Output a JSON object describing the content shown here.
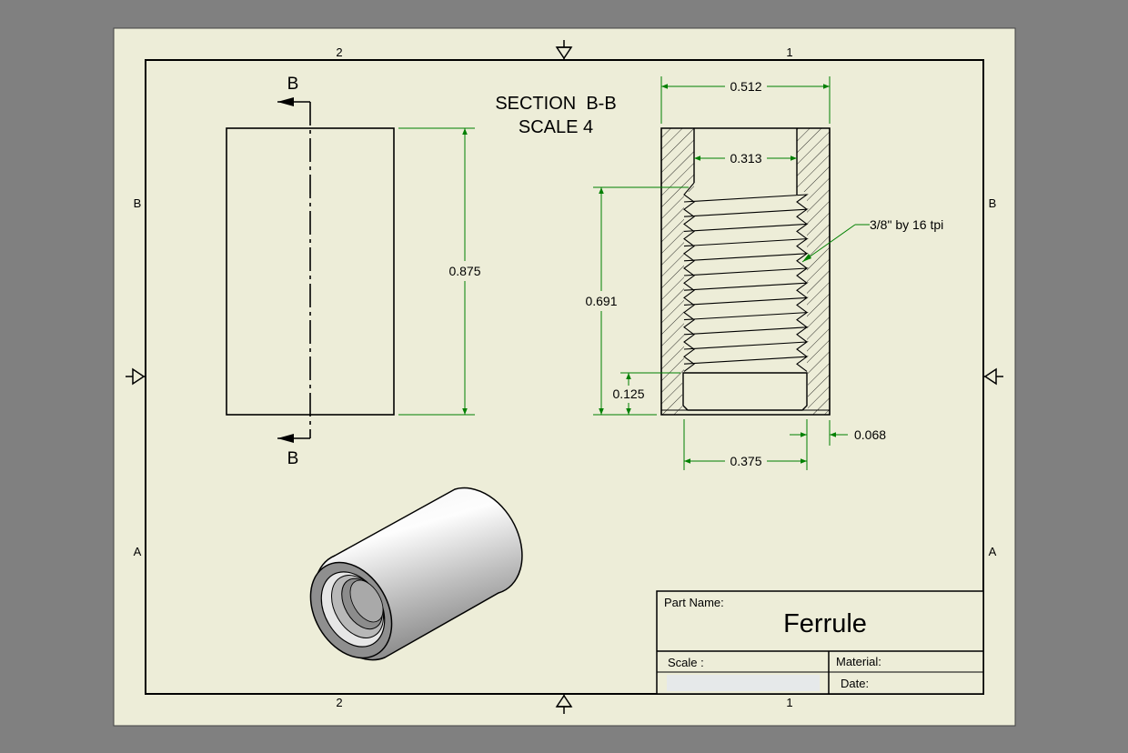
{
  "sheet": {
    "zones": {
      "top_left": "2",
      "top_right": "1",
      "bottom_left": "2",
      "bottom_right": "1",
      "left_upper": "B",
      "left_lower": "A",
      "right_upper": "B",
      "right_lower": "A"
    },
    "colors": {
      "paper": "#ededd8",
      "ink": "#000000",
      "dimension": "#008000",
      "background": "#808080"
    }
  },
  "side_view": {
    "section_letter_top": "B",
    "section_letter_bottom": "B",
    "height_dimension": "0.875"
  },
  "section_view": {
    "title": "SECTION  B-B",
    "scale": "SCALE 4",
    "dims": {
      "outer_diameter": "0.512",
      "bore": "0.313",
      "thread_depth": "0.691",
      "counterbore_depth": "0.125",
      "counterbore_diameter": "0.375",
      "chamfer": "0.068"
    },
    "thread_callout": "3/8\" by 16 tpi"
  },
  "title_block": {
    "part_name_label": "Part Name:",
    "part_name": "Ferrule",
    "scale_label": "Scale :",
    "material_label": "Material:",
    "date_label": "Date:"
  }
}
